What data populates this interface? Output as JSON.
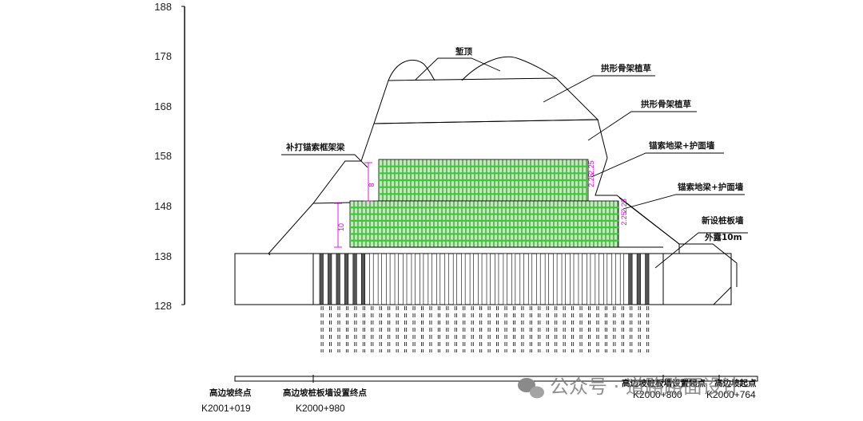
{
  "axis": {
    "ticks": [
      "188",
      "178",
      "168",
      "158",
      "148",
      "138",
      "128"
    ]
  },
  "labels": {
    "crown": "堑顶",
    "arch_upper": "拱形骨架植草",
    "arch_lower": "拱形骨架植草",
    "anchor_frame": "补打锚索框架梁",
    "anchor_beam_upper": "锚索地梁+护面墙",
    "anchor_beam_lower": "锚索地梁+护面墙",
    "new_pile_wall": "新设桩板墙",
    "exposed": "外露10m"
  },
  "dimensions": {
    "upper_height": "8",
    "lower_height": "10",
    "upper_spacing_a": "2.25",
    "upper_spacing_b": "2.25",
    "lower_spacing_a": "2.25",
    "lower_spacing_b": "2.25"
  },
  "stations": [
    {
      "title": "高边坡终点",
      "km": "K2001+019"
    },
    {
      "title": "高边坡桩板墙设置终点",
      "km": "K2000+980"
    },
    {
      "title": "高边坡桩板墙设置起点",
      "km": "K2000+800"
    },
    {
      "title": "高边坡起点",
      "km": "K2000+764"
    }
  ],
  "watermark": "公众号 · 道路路面设计",
  "colors": {
    "grass_green": "#2fd02f",
    "grass_light": "#b8f0b0",
    "pile_gray": "#555555",
    "dim_magenta": "#e000e0"
  }
}
